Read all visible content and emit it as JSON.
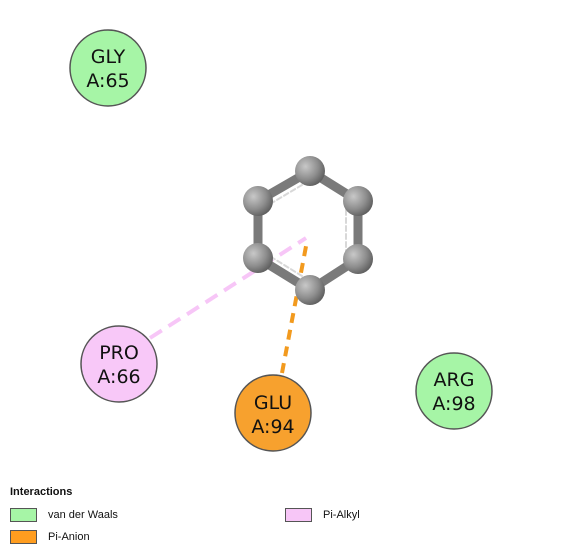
{
  "residues": [
    {
      "id": "gly65",
      "name": "GLY",
      "chain_pos": "A:65",
      "type": "van der Waals"
    },
    {
      "id": "pro66",
      "name": "PRO",
      "chain_pos": "A:66",
      "type": "Pi-Alkyl"
    },
    {
      "id": "glu94",
      "name": "GLU",
      "chain_pos": "A:94",
      "type": "Pi-Anion"
    },
    {
      "id": "arg98",
      "name": "ARG",
      "chain_pos": "A:98",
      "type": "van der Waals"
    }
  ],
  "legend": {
    "title": "Interactions",
    "items": [
      {
        "label": "van der Waals",
        "color": "#a6f5a6"
      },
      {
        "label": "Pi-Anion",
        "color": "#ff9d1f"
      },
      {
        "label": "Pi-Alkyl",
        "color": "#f7c6f7"
      }
    ]
  },
  "colors": {
    "van_der_waals": "#a6f5a6",
    "pi_anion": "#f7a12e",
    "pi_alkyl": "#f8c8f8",
    "atom": "#8c8c8c",
    "bond": "#7a7a7a"
  }
}
